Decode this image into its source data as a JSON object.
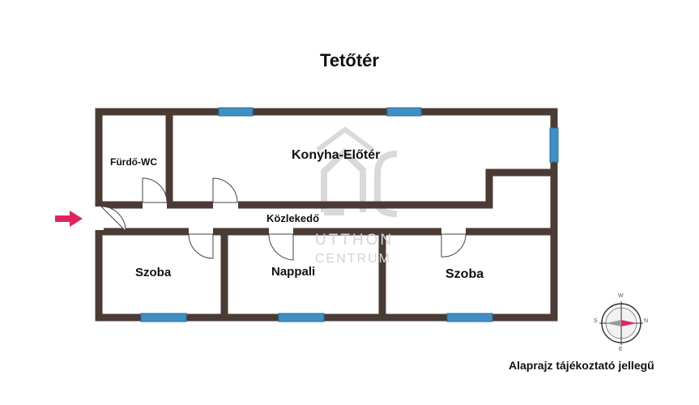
{
  "title": "Tetőtér",
  "rooms": {
    "furdo": "Fürdő-WC",
    "konyha": "Konyha-Előtér",
    "kozlekedo": "Közlekedő",
    "szoba_left": "Szoba",
    "nappali": "Nappali",
    "szoba_right": "Szoba"
  },
  "watermark": {
    "line1": "UTTHON",
    "line2": "CENTRUM"
  },
  "compass": {
    "north": "N",
    "south": "S",
    "east": "E",
    "west": "W"
  },
  "note": "Alaprajz tájékoztató jellegű",
  "colors": {
    "wall": "#4a3b35",
    "window": "#3f8ec4",
    "entrance_arrow": "#e0245e",
    "watermark": "#d3d3d3"
  }
}
